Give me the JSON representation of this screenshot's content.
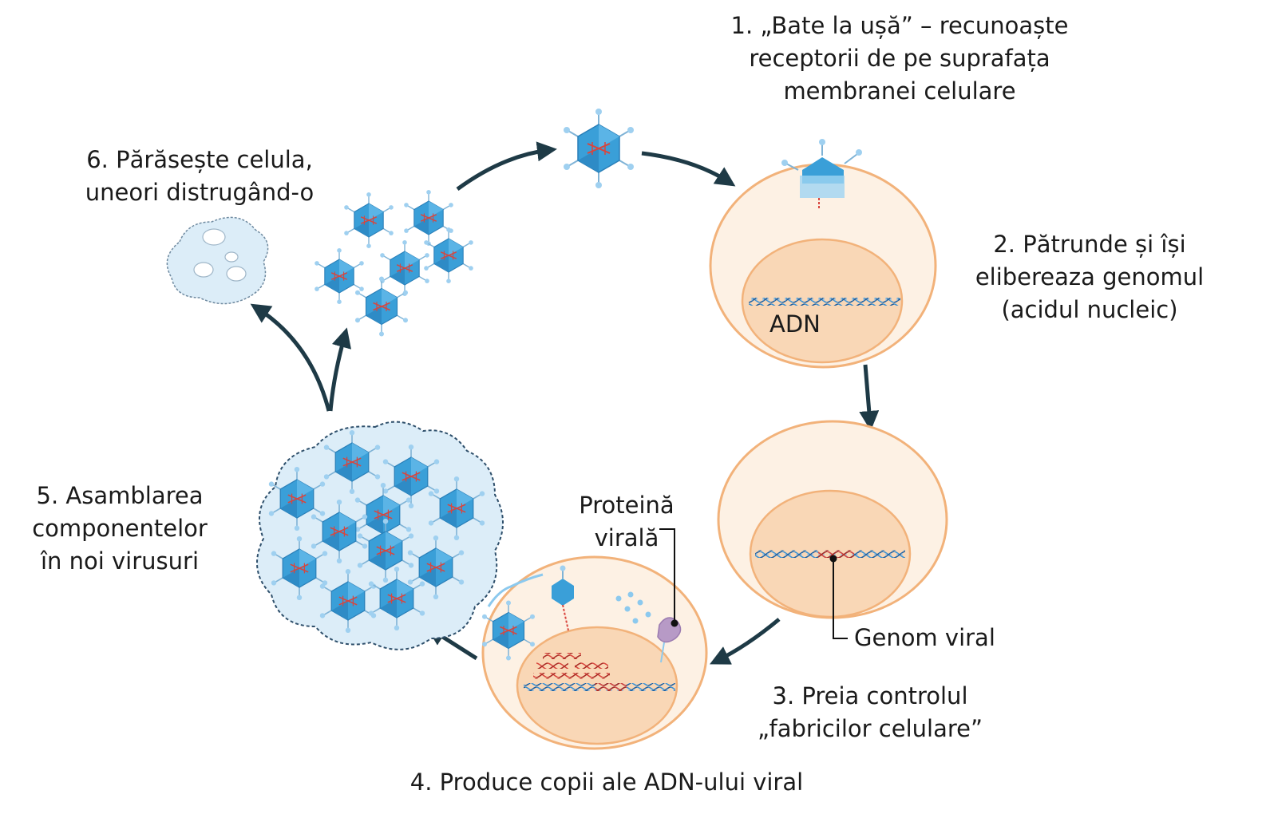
{
  "steps": {
    "step1": {
      "lines": [
        "1. „Bate la ușă” – recunoaște",
        "receptorii de pe suprafața",
        "membranei celulare"
      ]
    },
    "step2": {
      "lines": [
        "2. Pătrunde și își",
        "elibereaza genomul",
        "(acidul nucleic)"
      ]
    },
    "step3": {
      "lines": [
        "3. Preia controlul",
        "„fabricilor celulare”"
      ]
    },
    "step4": {
      "lines": [
        "4. Produce copii ale ADN-ului viral"
      ]
    },
    "step5": {
      "lines": [
        "5. Asamblarea",
        "componentelor",
        "în noi virusuri"
      ]
    },
    "step6": {
      "lines": [
        "6. Părăsește celula,",
        "uneori distrugând-o"
      ]
    }
  },
  "labels": {
    "adn": "ADN",
    "genom_viral": "Genom viral",
    "proteina_virala": [
      "Proteină",
      "virală"
    ]
  },
  "colors": {
    "cell_outline": "#f2b27a",
    "cell_fill": "#fdf1e4",
    "nucleus_fill": "#f9d7b6",
    "virus_blue": "#3a9fd8",
    "virus_light": "#8cc9ee",
    "dna_red": "#d9453d",
    "arrow": "#1e3a46",
    "text": "#1a1a1a"
  }
}
